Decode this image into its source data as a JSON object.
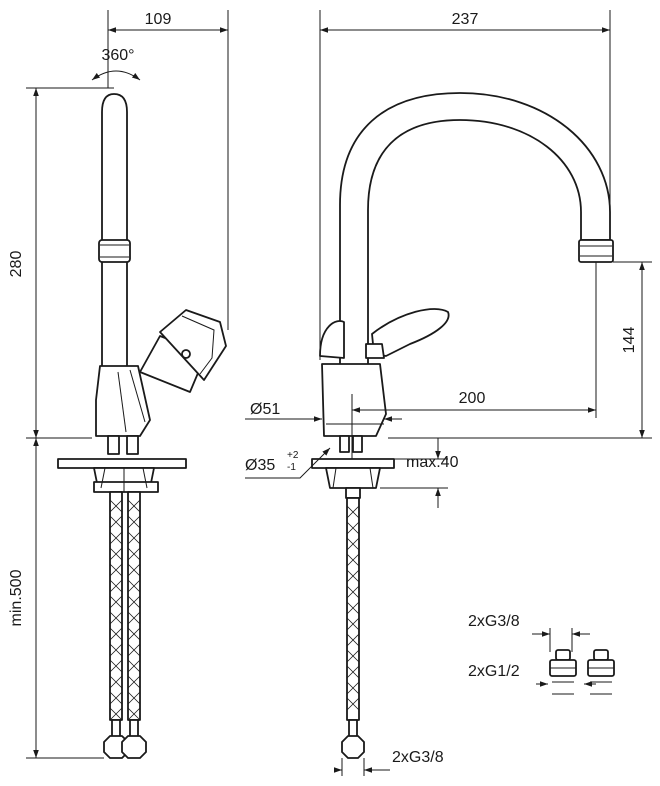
{
  "dimensions": {
    "width_top": "109",
    "rotation": "360°",
    "height_spout": "280",
    "hose_length": "min.500",
    "width_total": "237",
    "height_outlet": "144",
    "reach": "200",
    "base_diameter": "Ø51",
    "hole_diameter": "Ø35",
    "tolerance_plus": "+2",
    "tolerance_minus": "-1",
    "deck_thickness": "max.40",
    "hose_connection": "2xG3/8",
    "valve_connection_top": "2xG3/8",
    "valve_connection_bottom": "2xG1/2"
  }
}
